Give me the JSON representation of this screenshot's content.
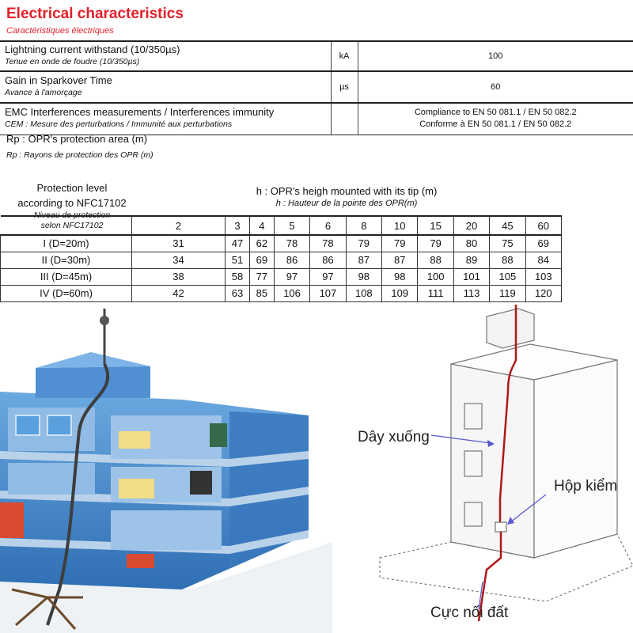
{
  "header": {
    "title": "Electrical characteristics",
    "subtitle": "Caractéristiques électriques"
  },
  "specs": [
    {
      "en": "Lightning current withstand (10/350µs)",
      "fr": "Tenue en onde de foudre (10/350µs)",
      "unit": "kA",
      "value": "100"
    },
    {
      "en": "Gain in Sparkover Time",
      "fr": "Avance à l'amorçage",
      "unit": "µs",
      "value": "60"
    },
    {
      "en": "EMC Interferences measurements / Interferences immunity",
      "fr": "CEM : Mesure des perturbations / Immunité aux perturbations",
      "unit": "",
      "value_line1": "Compliance to EN 50 081.1 / EN 50 082.2",
      "value_line2": "Conforme à EN 50 081.1 / EN 50 082.2"
    }
  ],
  "rp": {
    "en": "Rp : OPR's protection area (m)",
    "fr": "Rp : Rayons de protection des OPR (m)"
  },
  "opr_table": {
    "level_header_line1": "Protection level",
    "level_header_line2": "according to NFC17102",
    "level_header_fr_line1": "Niveau de protection",
    "level_header_fr_line2": "selon NFC17102",
    "h_header_en": "h : OPR's heigh mounted with its tip (m)",
    "h_header_fr": "h : Hauteur de la pointe des OPR(m)",
    "heights": [
      "2",
      "3",
      "4",
      "5",
      "6",
      "8",
      "10",
      "15",
      "20",
      "45",
      "60"
    ],
    "rows": [
      {
        "level": "I (D=20m)",
        "values": [
          "31",
          "47",
          "62",
          "78",
          "78",
          "79",
          "79",
          "79",
          "80",
          "75",
          "69"
        ]
      },
      {
        "level": "II (D=30m)",
        "values": [
          "34",
          "51",
          "69",
          "86",
          "86",
          "87",
          "87",
          "88",
          "89",
          "88",
          "84"
        ]
      },
      {
        "level": "III (D=45m)",
        "values": [
          "38",
          "58",
          "77",
          "97",
          "97",
          "98",
          "98",
          "100",
          "101",
          "105",
          "103"
        ]
      },
      {
        "level": "IV (D=60m)",
        "values": [
          "42",
          "63",
          "85",
          "106",
          "107",
          "108",
          "109",
          "111",
          "113",
          "119",
          "120"
        ]
      }
    ]
  },
  "diagram_labels": {
    "down_conductor": "Dây xuống",
    "test_box": "Hộp kiểm",
    "earth_terminal": "Cực nối đất"
  },
  "colors": {
    "title_red": "#e4202a",
    "building_blue": "#4a8fd0",
    "conductor_red": "#b01818"
  }
}
